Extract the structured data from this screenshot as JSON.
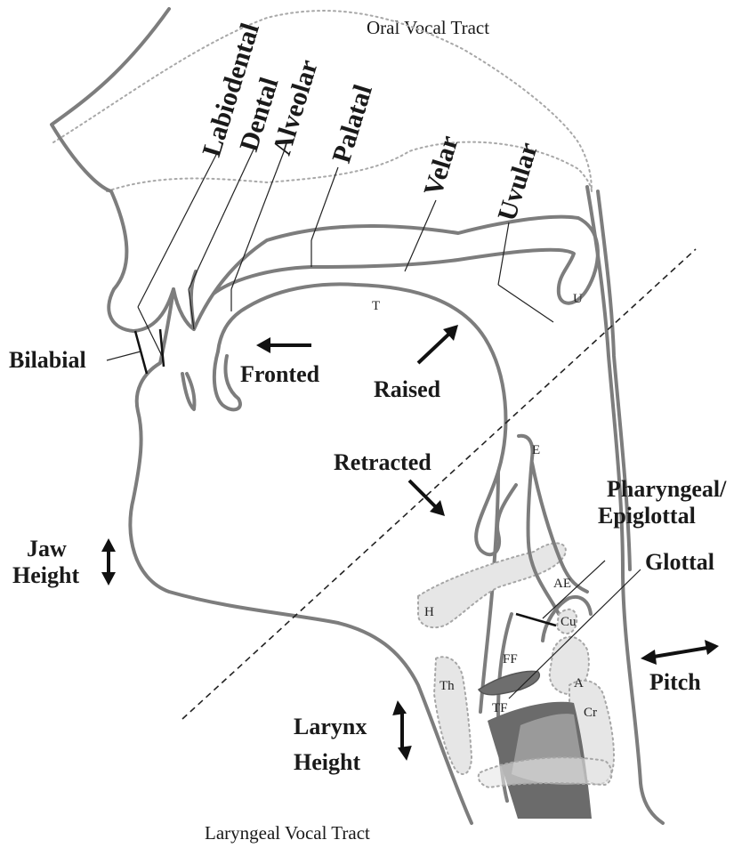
{
  "titles": {
    "oral": "Oral Vocal Tract",
    "laryngeal": "Laryngeal Vocal Tract"
  },
  "places": {
    "bilabial": "Bilabial",
    "labiodental": "Labiodental",
    "dental": "Dental",
    "alveolar": "Alveolar",
    "palatal": "Palatal",
    "velar": "Velar",
    "uvular": "Uvular",
    "pharyngeal_line1": "Pharyngeal/",
    "pharyngeal_line2": "Epiglottal",
    "glottal": "Glottal"
  },
  "movements": {
    "fronted": "Fronted",
    "raised": "Raised",
    "retracted": "Retracted",
    "jaw_line1": "Jaw",
    "jaw_line2": "Height",
    "larynx_line1": "Larynx",
    "larynx_line2": "Height",
    "pitch": "Pitch"
  },
  "structures": {
    "tongue": "T",
    "uvula": "U",
    "epiglottis": "E",
    "aryepiglottic": "AE",
    "hyoid": "H",
    "cuneiform": "Cu",
    "false_folds": "FF",
    "arytenoid": "A",
    "thyroid": "Th",
    "true_folds": "TF",
    "cricoid": "Cr"
  },
  "colors": {
    "outline": "#7d7d7d",
    "cartilage_fill": "#e6e6e6",
    "vocal_fold": "#6e6e6e",
    "trachea_dark": "#6b6b6b",
    "trachea_light": "#9a9a9a"
  }
}
